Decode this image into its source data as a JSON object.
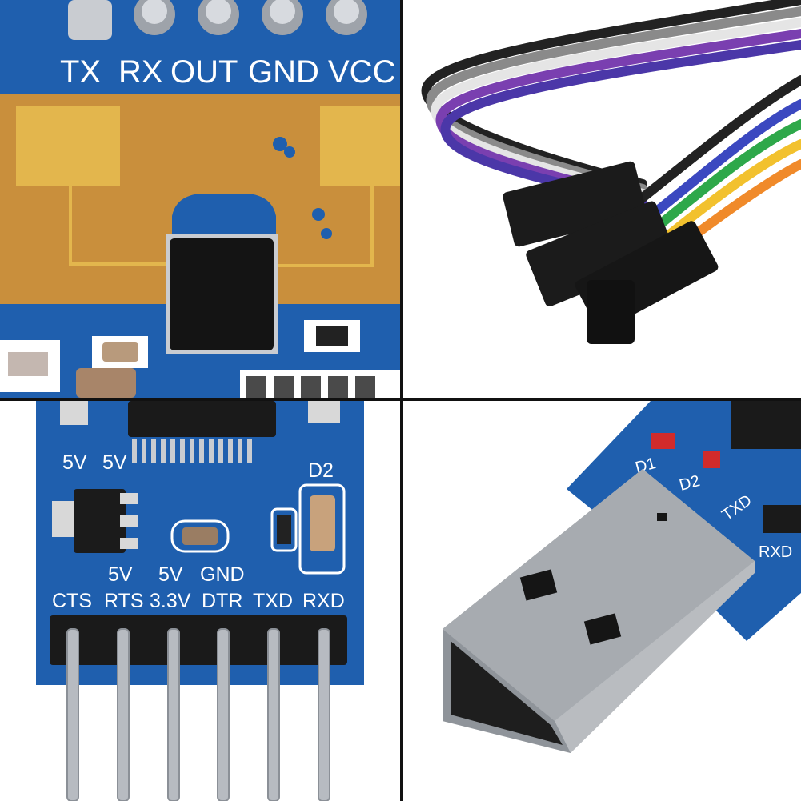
{
  "photo_topleft": {
    "pin_labels": [
      "TX",
      "RX",
      "OUT",
      "GND",
      "VCC"
    ]
  },
  "photo_bottomleft": {
    "label_5v_a": "5V",
    "label_5v_b": "5V",
    "label_d2": "D2",
    "label_5v_c": "5V",
    "label_5v_d": "5V",
    "label_gnd": "GND",
    "pin_labels": [
      "CTS",
      "RTS",
      "3.3V",
      "DTR",
      "TXD",
      "RXD"
    ]
  },
  "photo_bottomright": {
    "label_d1": "D1",
    "label_d2": "D2",
    "label_txd": "TXD",
    "label_rxd": "RXD"
  },
  "colors": {
    "pcb_blue": "#1f5fae",
    "gold": "#d9a53c",
    "divider": "#111111"
  }
}
